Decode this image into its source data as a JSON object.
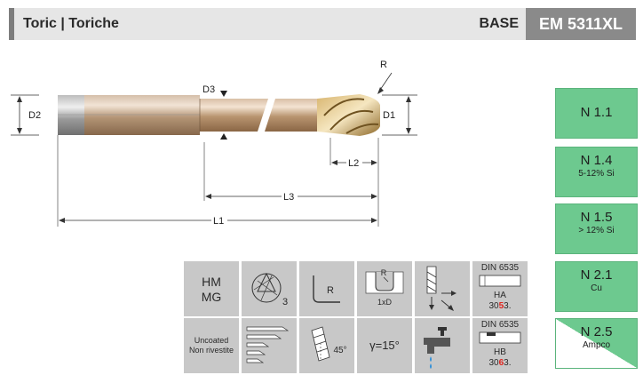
{
  "header": {
    "title": "Toric | Toriche",
    "base_label": "BASE",
    "code": "EM 5311XL"
  },
  "drawing": {
    "labels": {
      "r": "R",
      "d3": "D3",
      "d2": "D2",
      "d1": "D1",
      "l2": "L2",
      "l3": "L3",
      "l1": "L1"
    }
  },
  "materials": [
    {
      "code": "N 1.1",
      "sub": ""
    },
    {
      "code": "N 1.4",
      "sub": "5-12% Si"
    },
    {
      "code": "N 1.5",
      "sub": "> 12% Si"
    },
    {
      "code": "N 2.1",
      "sub": "Cu"
    },
    {
      "code": "N 2.5",
      "sub": "Ampco"
    }
  ],
  "specs": {
    "substrate": {
      "line1": "HM",
      "line2": "MG"
    },
    "flutes": "3",
    "corner": "R",
    "plunge": {
      "r": "R",
      "depth": "1xD"
    },
    "din_top": {
      "standard": "DIN 6535",
      "type": "HA",
      "num_a": "30",
      "num_b": "5",
      "num_c": "3."
    },
    "coating": {
      "line1": "Uncoated",
      "line2": "Non rivestite"
    },
    "helix": "45°",
    "rake": "γ=15°",
    "din_bottom": {
      "standard": "DIN 6535",
      "type": "HB",
      "num_a": "30",
      "num_b": "6",
      "num_c": "3."
    }
  },
  "colors": {
    "material_green": "#6dc98f",
    "accent_red": "#e0261f",
    "cell_grey": "#c8c8c8"
  }
}
